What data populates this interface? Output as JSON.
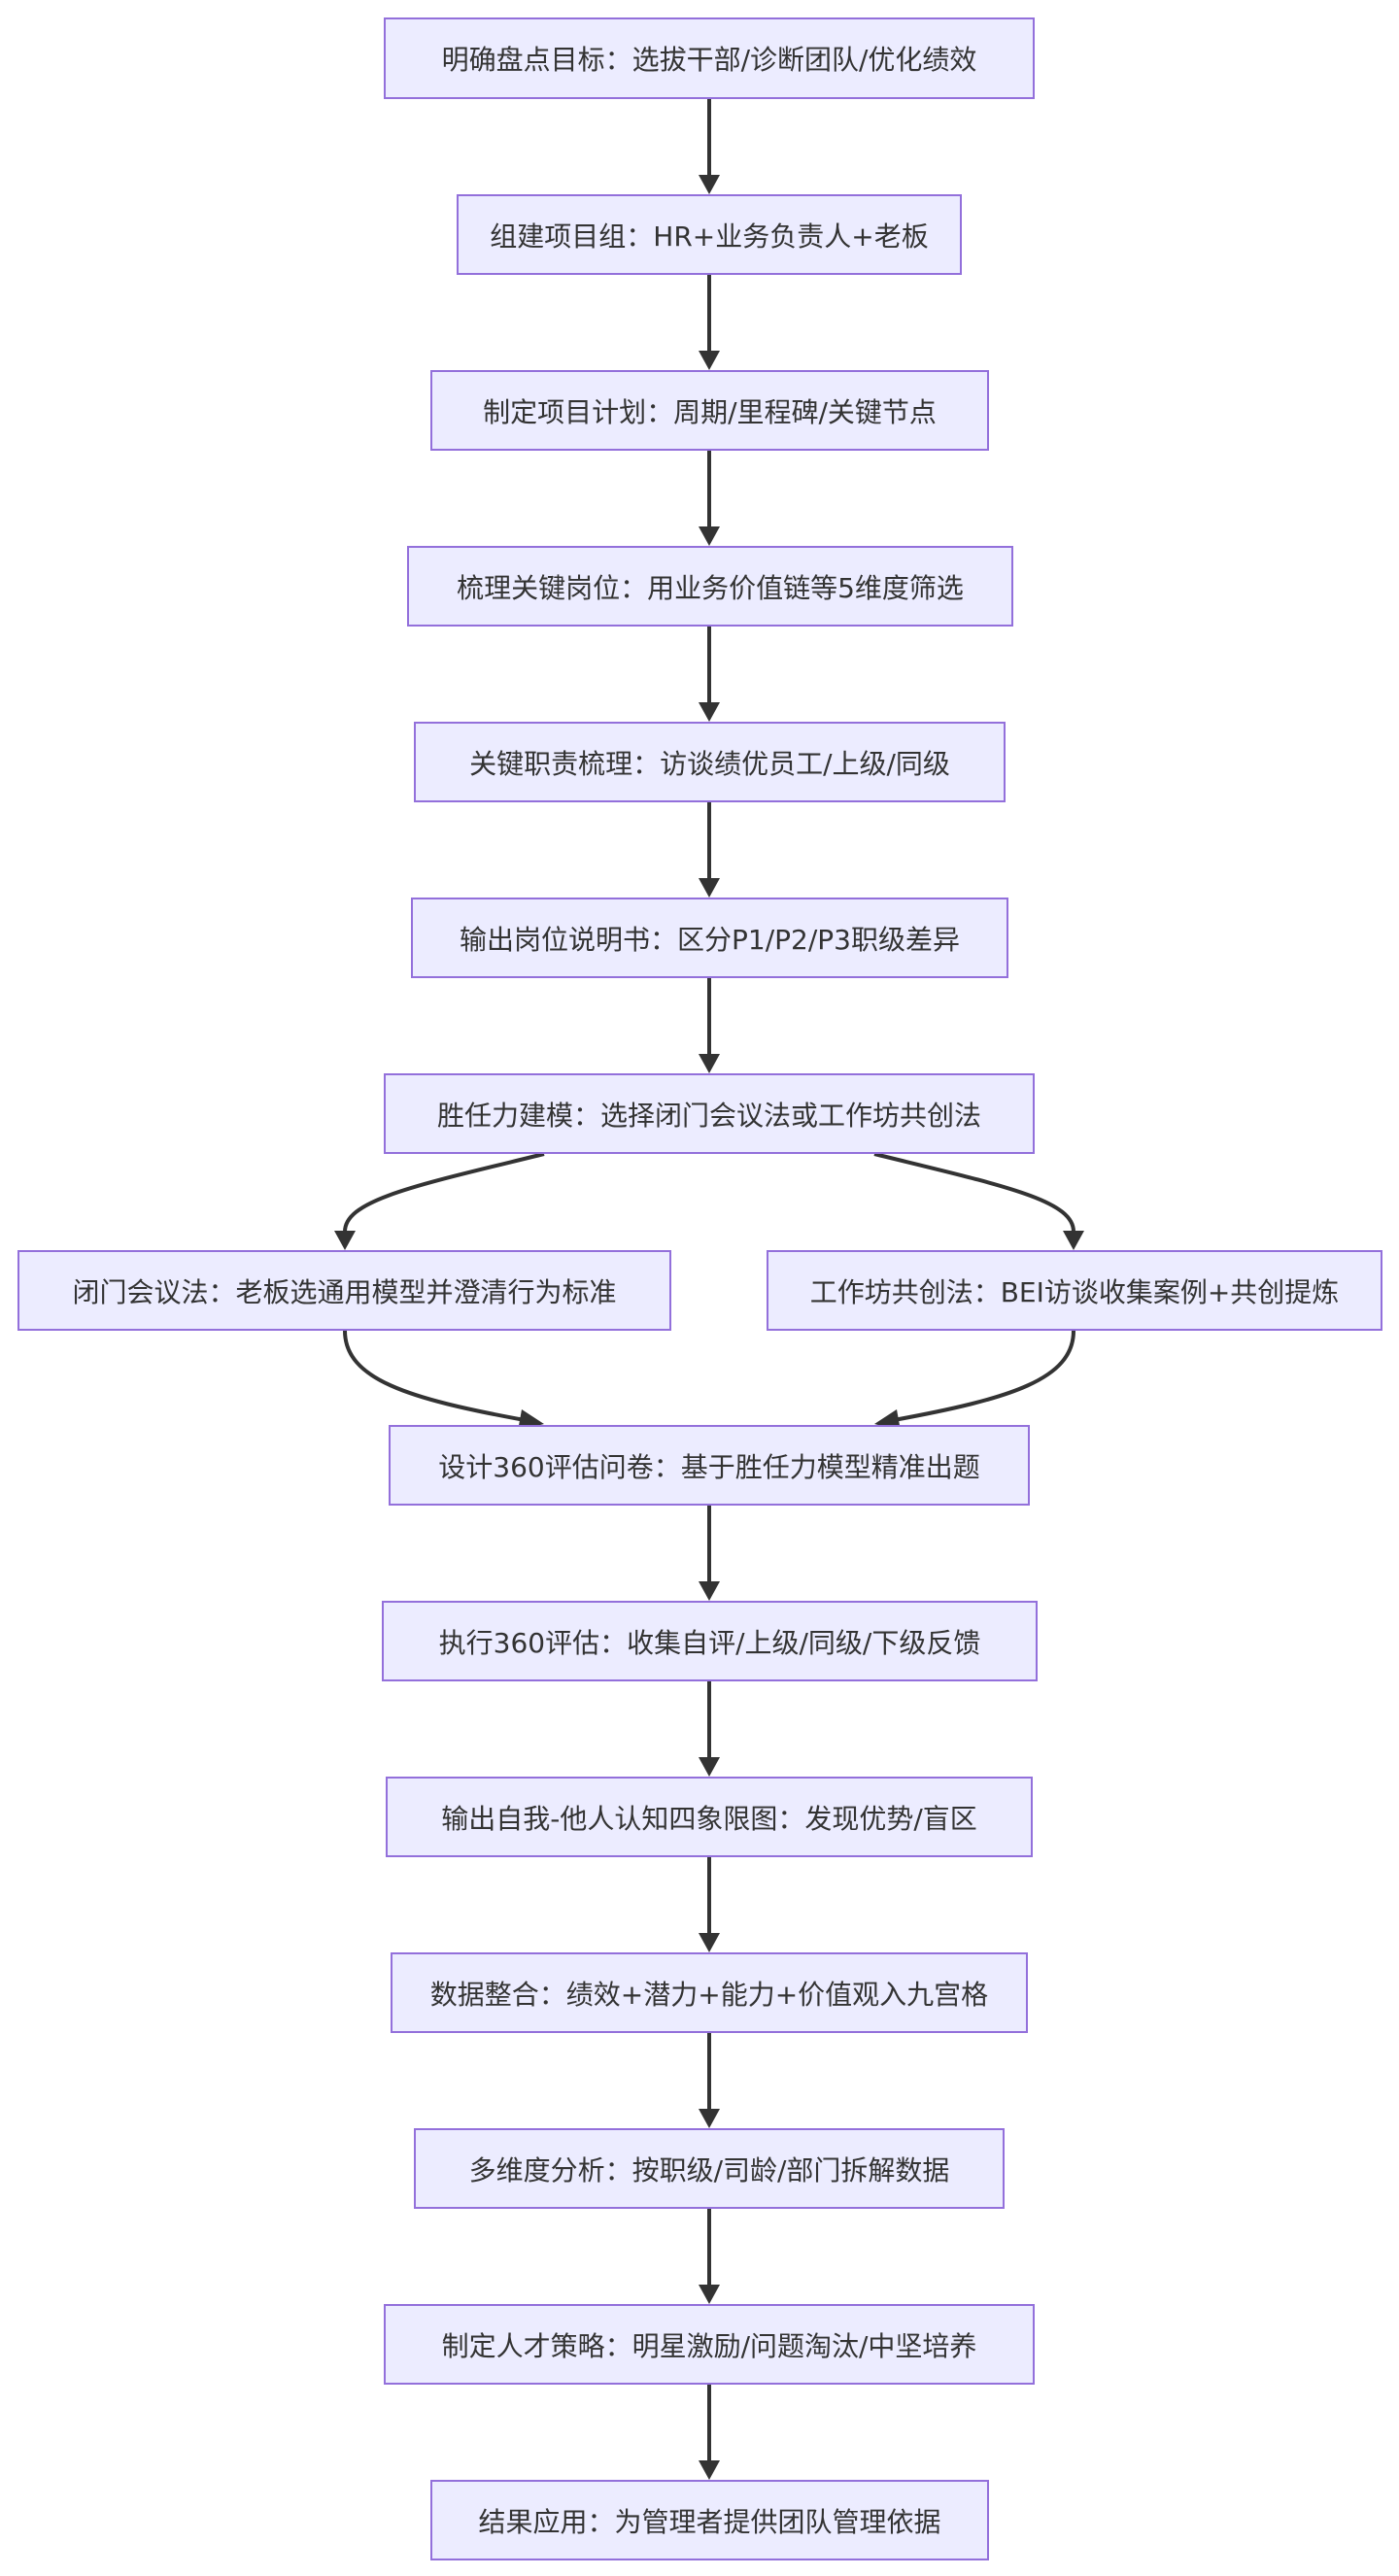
{
  "nodes": {
    "n1": "明确盘点目标：选拔干部/诊断团队/优化绩效",
    "n2": "组建项目组：HR+业务负责人+老板",
    "n3": "制定项目计划：周期/里程碑/关键节点",
    "n4": "梳理关键岗位：用业务价值链等5维度筛选",
    "n5": "关键职责梳理：访谈绩优员工/上级/同级",
    "n6": "输出岗位说明书：区分P1/P2/P3职级差异",
    "n7": "胜任力建模：选择闭门会议法或工作坊共创法",
    "n8a": "闭门会议法：老板选通用模型并澄清行为标准",
    "n8b": "工作坊共创法：BEI访谈收集案例+共创提炼",
    "n9": "设计360评估问卷：基于胜任力模型精准出题",
    "n10": "执行360评估：收集自评/上级/同级/下级反馈",
    "n11": "输出自我-他人认知四象限图：发现优势/盲区",
    "n12": "数据整合：绩效+潜力+能力+价值观入九宫格",
    "n13": "多维度分析：按职级/司龄/部门拆解数据",
    "n14": "制定人才策略：明星激励/问题淘汰/中坚培养",
    "n15": "结果应用：为管理者提供团队管理依据"
  },
  "colors": {
    "node_fill": "#ececff",
    "node_border": "#9370db",
    "text": "#333333",
    "edge": "#333333"
  }
}
